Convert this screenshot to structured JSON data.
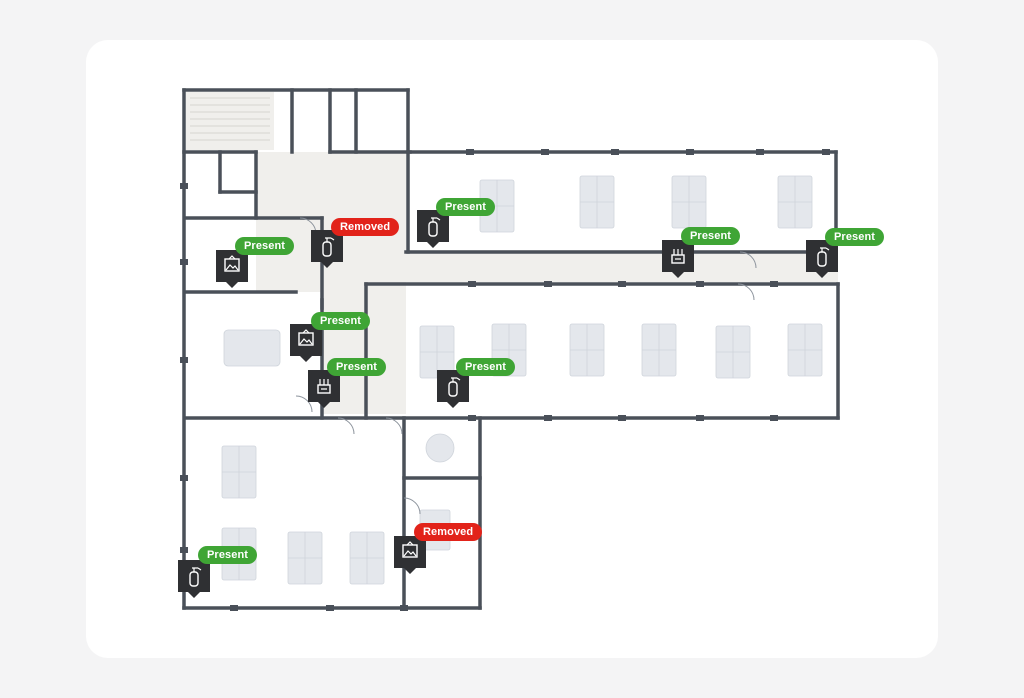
{
  "colors": {
    "background": "#f4f4f5",
    "card": "#ffffff",
    "wall": "#4a5059",
    "corridor": "#f0efec",
    "furniture": "#e4e7ec",
    "marker": "#2f3033",
    "status_present": "#3fa535",
    "status_removed": "#e2231a"
  },
  "markers": [
    {
      "id": "m1",
      "icon": "picture-frame-icon",
      "status": "Present",
      "status_color": "#3fa535"
    },
    {
      "id": "m2",
      "icon": "fire-extinguisher-icon",
      "status": "Removed",
      "status_color": "#e2231a"
    },
    {
      "id": "m3",
      "icon": "fire-extinguisher-icon",
      "status": "Present",
      "status_color": "#3fa535"
    },
    {
      "id": "m4",
      "icon": "electrical-panel-icon",
      "status": "Present",
      "status_color": "#3fa535"
    },
    {
      "id": "m5",
      "icon": "fire-extinguisher-icon",
      "status": "Present",
      "status_color": "#3fa535"
    },
    {
      "id": "m6",
      "icon": "picture-frame-icon",
      "status": "Present",
      "status_color": "#3fa535"
    },
    {
      "id": "m7",
      "icon": "electrical-panel-icon",
      "status": "Present",
      "status_color": "#3fa535"
    },
    {
      "id": "m8",
      "icon": "fire-extinguisher-icon",
      "status": "Present",
      "status_color": "#3fa535"
    },
    {
      "id": "m9",
      "icon": "fire-extinguisher-icon",
      "status": "Present",
      "status_color": "#3fa535"
    },
    {
      "id": "m10",
      "icon": "picture-frame-icon",
      "status": "Removed",
      "status_color": "#e2231a"
    }
  ]
}
